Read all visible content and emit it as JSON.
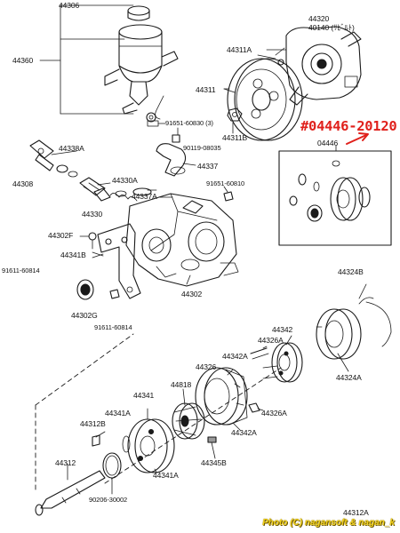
{
  "diagram": {
    "parts": {
      "p44306": "44306",
      "p44360": "44360",
      "p44320": "44320",
      "p40140": "40140 (ﾘﾋﾞﾙﾄ)",
      "p44311A": "44311A",
      "p44311": "44311",
      "p91651": "91651-60830 (3)",
      "p44311B": "44311B",
      "p90119": "90119-08035",
      "p44338A": "44338A",
      "p44308": "44308",
      "p44337": "44337",
      "p44330A": "44330A",
      "p44337A": "44337A",
      "p91651b": "91651-60810",
      "p44330": "44330",
      "p44302F": "44302F",
      "p44341B": "44341B",
      "p91611a": "91611-60814",
      "p44302G": "44302G",
      "p44302": "44302",
      "p91611b": "91611-60814",
      "p04446": "04446",
      "p44324B": "44324B",
      "p44324A": "44324A",
      "p44342": "44342",
      "p44326A": "44326A",
      "p44342A_top": "44342A",
      "p44326": "44326",
      "p44818": "44818",
      "p44341": "44341",
      "p44326A_b": "44326A",
      "p44341A": "44341A",
      "p44342A_bot": "44342A",
      "p44312B": "44312B",
      "p44345B": "44345B",
      "p44341A_b": "44341A",
      "p44312": "44312",
      "p90206": "90206-30002",
      "p44312A": "44312A"
    },
    "highlight_part": "#04446-20120",
    "credit": "Photo (C) nagansoft & nagan_k"
  }
}
